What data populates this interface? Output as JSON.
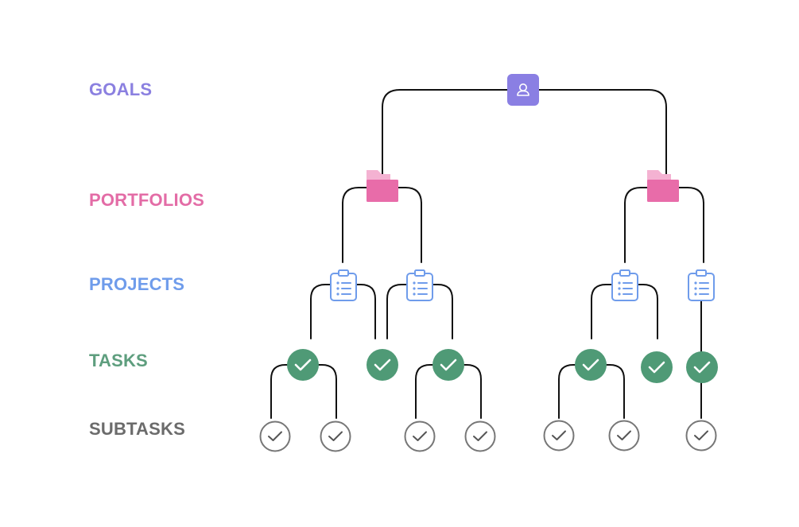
{
  "levels": {
    "goals": "GOALS",
    "portfolios": "PORTFOLIOS",
    "projects": "PROJECTS",
    "tasks": "TASKS",
    "subtasks": "SUBTASKS"
  },
  "colors": {
    "goals": "#8B80E0",
    "portfolios": "#E36CA6",
    "projects": "#6F9CEB",
    "tasks": "#5E9E7E",
    "subtasks": "#6B6B6B",
    "connector": "#111111",
    "goal_icon_bg": "#8A7FE3",
    "folder_back": "#F4B2D2",
    "folder_front": "#E86CA9",
    "task_fill": "#4F9A76",
    "subtask_stroke": "#777777"
  },
  "icons": {
    "goal": "person-icon",
    "portfolio": "folder-icon",
    "project": "clipboard-list-icon",
    "task": "check-circle-filled-icon",
    "subtask": "check-circle-outline-icon"
  }
}
